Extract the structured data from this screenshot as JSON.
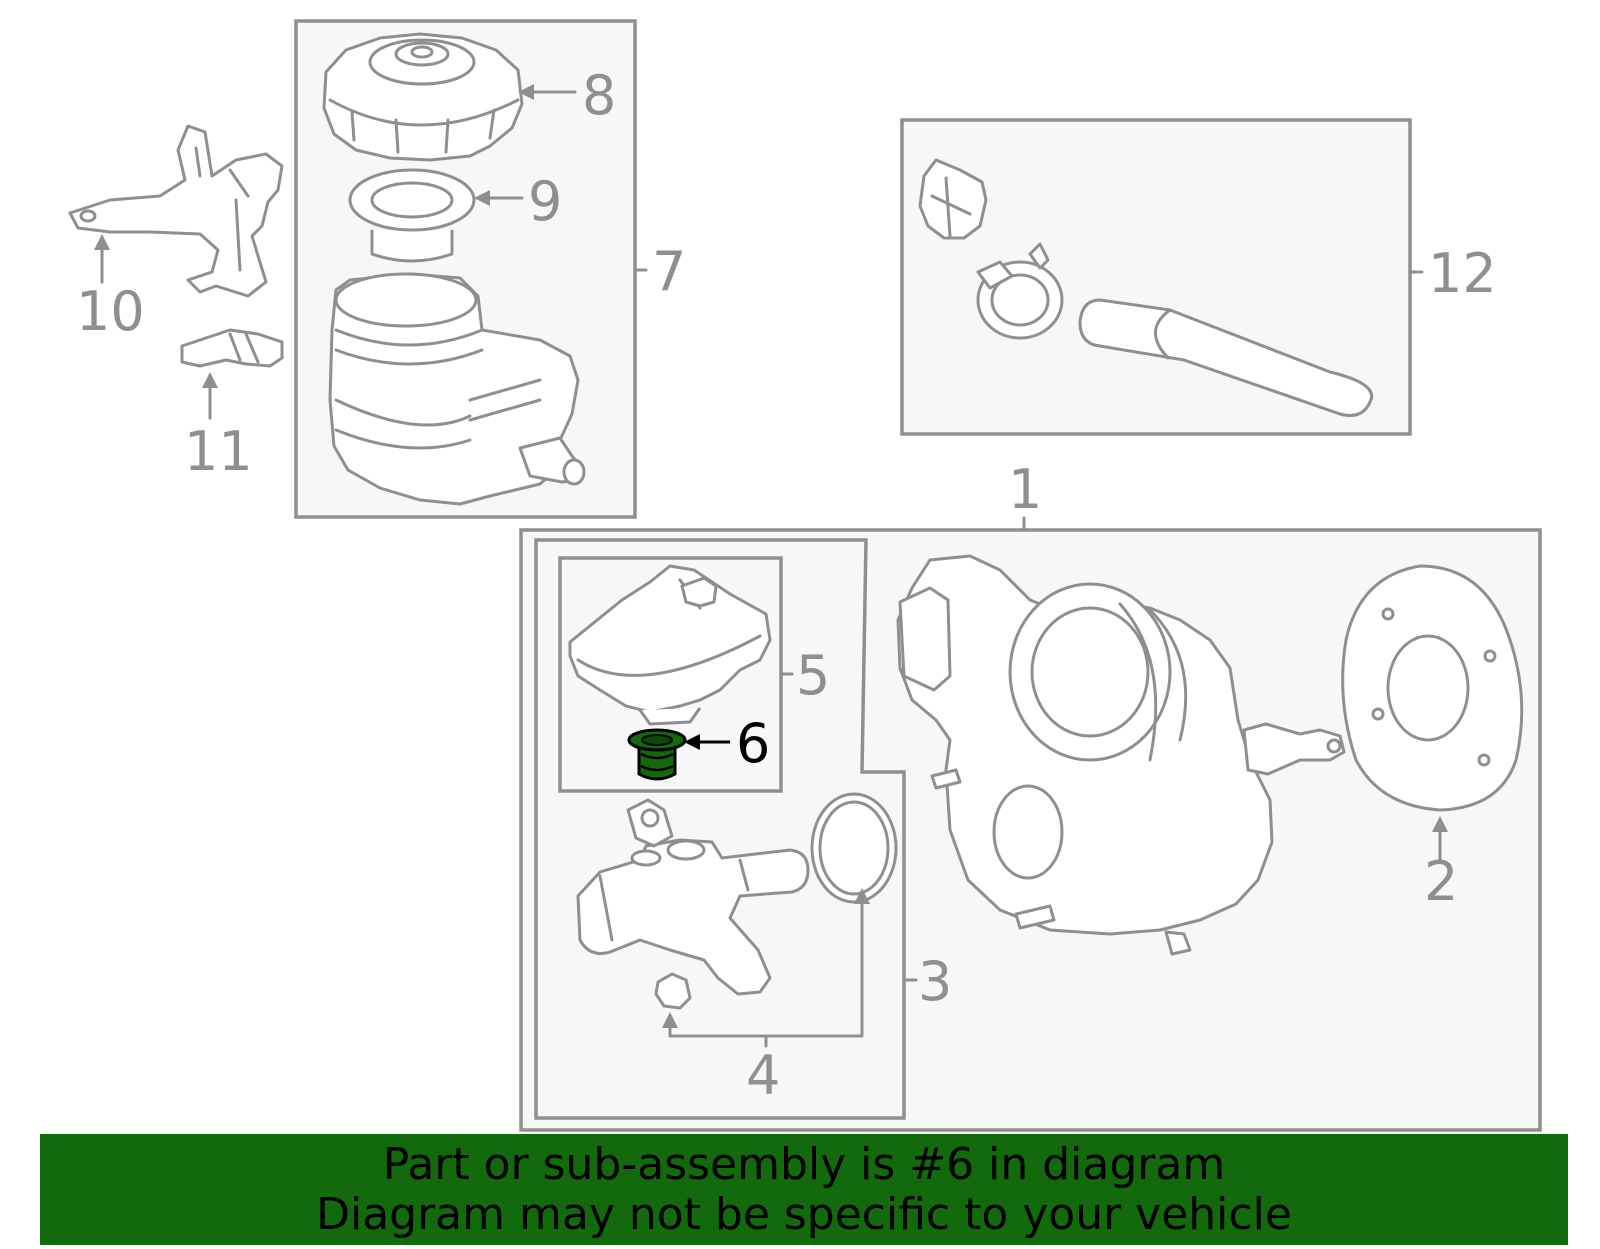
{
  "callouts": {
    "c1": "1",
    "c2": "2",
    "c3": "3",
    "c4": "4",
    "c5": "5",
    "c6": "6",
    "c7": "7",
    "c8": "8",
    "c9": "9",
    "c10": "10",
    "c11": "11",
    "c12": "12"
  },
  "highlight_color": "#136a0d",
  "highlighted_part": "6",
  "banner": {
    "line1": "Part or sub-assembly is #6 in diagram",
    "line2": "Diagram may not be specific to your vehicle"
  }
}
